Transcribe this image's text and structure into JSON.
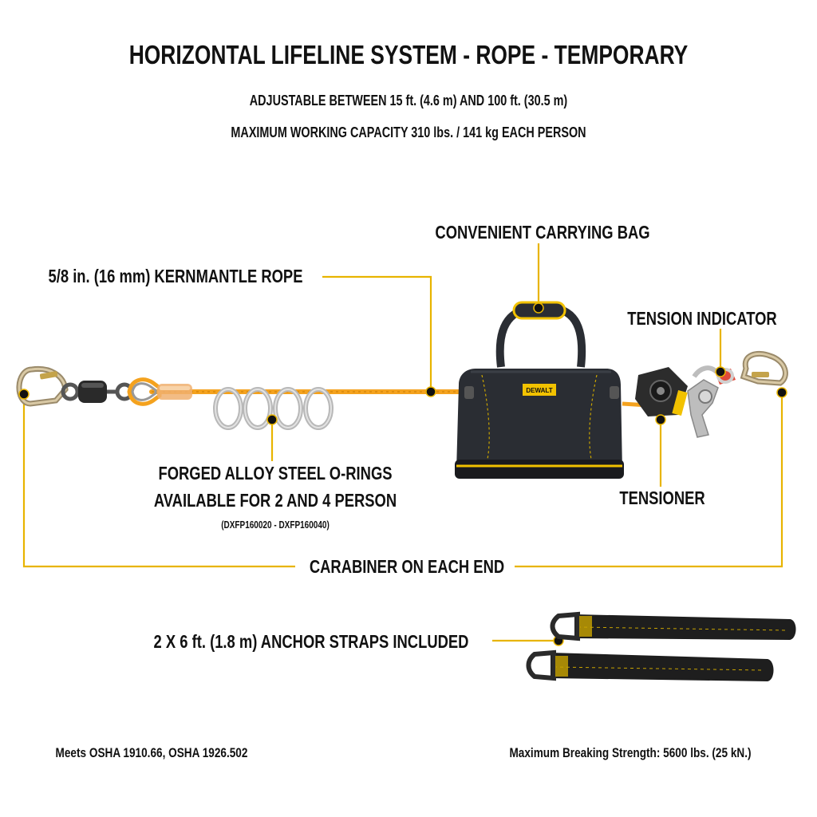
{
  "header": {
    "title": "HORIZONTAL LIFELINE SYSTEM - ROPE - TEMPORARY",
    "subtitle_1": "ADJUSTABLE BETWEEN 15 ft. (4.6 m) AND 100 ft. (30.5 m)",
    "subtitle_2": "MAXIMUM WORKING CAPACITY 310 lbs. / 141 kg EACH PERSON"
  },
  "callouts": {
    "bag": "CONVENIENT CARRYING BAG",
    "rope": "5/8 in. (16 mm) KERNMANTLE ROPE",
    "tension_indicator": "TENSION INDICATOR",
    "tensioner": "TENSIONER",
    "orings_line1": "FORGED ALLOY STEEL O-RINGS",
    "orings_line2": "AVAILABLE FOR 2 AND 4 PERSON",
    "orings_models": "(DXFP160020 - DXFP160040)",
    "carabiner": "CARABINER ON EACH END",
    "straps": "2 X 6 ft. (1.8 m) ANCHOR STRAPS INCLUDED"
  },
  "bag": {
    "brand": "DEWALT"
  },
  "footer": {
    "left": "Meets OSHA 1910.66, OSHA 1926.502",
    "right": "Maximum Breaking Strength: 5600 lbs. (25 kN.)"
  },
  "colors": {
    "leader": "#e8b400",
    "rope": "#f4a21e",
    "bag": "#2a2d33",
    "accent_yellow": "#f2c200",
    "strap": "#1e1e1e"
  }
}
